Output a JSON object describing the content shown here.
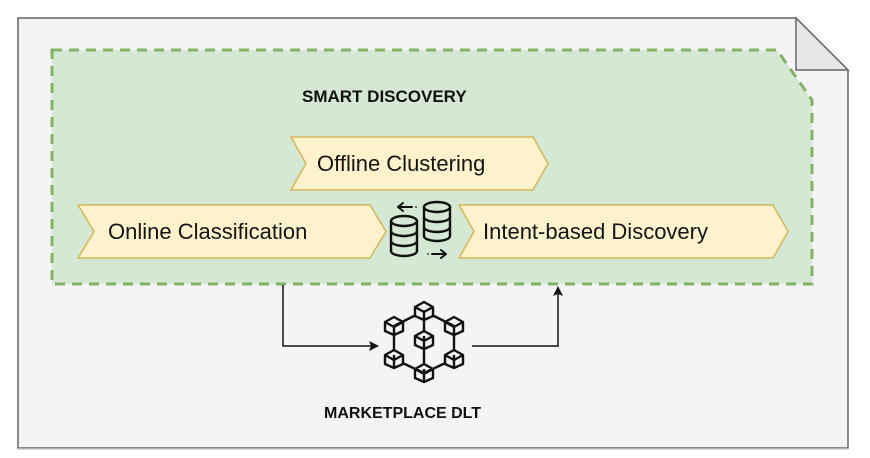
{
  "diagram": {
    "container": {
      "label": "MARKETPLACE DLT",
      "type": "note",
      "fill": "#f4f4f4",
      "stroke": "#666666"
    },
    "group": {
      "label": "SMART DISCOVERY",
      "fill": "#d5e8d4",
      "stroke": "#82b366",
      "style": "dashed"
    },
    "steps": [
      {
        "id": "offline",
        "label": "Offline Clustering"
      },
      {
        "id": "online",
        "label": "Online Classification"
      },
      {
        "id": "intent",
        "label": "Intent-based Discovery"
      }
    ],
    "step_style": {
      "fill": "#fff2cc",
      "stroke": "#d6b656"
    },
    "icons": [
      {
        "name": "database-sync-icon",
        "meaning": "data exchange between databases"
      },
      {
        "name": "blockchain-network-icon",
        "meaning": "distributed ledger"
      }
    ],
    "edges": [
      {
        "from": "online",
        "to": "blockchain-network"
      },
      {
        "from": "blockchain-network",
        "to": "intent"
      }
    ]
  }
}
